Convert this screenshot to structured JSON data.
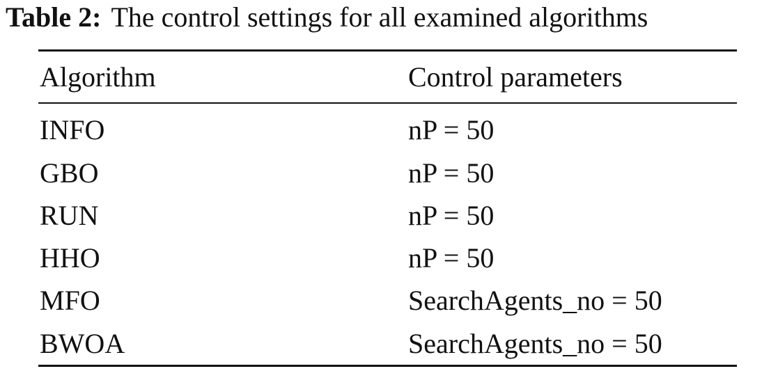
{
  "caption": {
    "label": "Table 2:",
    "text": "The control settings for all examined algorithms"
  },
  "table": {
    "headers": [
      "Algorithm",
      "Control parameters"
    ],
    "rows": [
      [
        "INFO",
        "nP = 50"
      ],
      [
        "GBO",
        "nP = 50"
      ],
      [
        "RUN",
        "nP = 50"
      ],
      [
        "HHO",
        "nP = 50"
      ],
      [
        "MFO",
        "SearchAgents_no = 50"
      ],
      [
        "BWOA",
        "SearchAgents_no = 50"
      ]
    ]
  }
}
